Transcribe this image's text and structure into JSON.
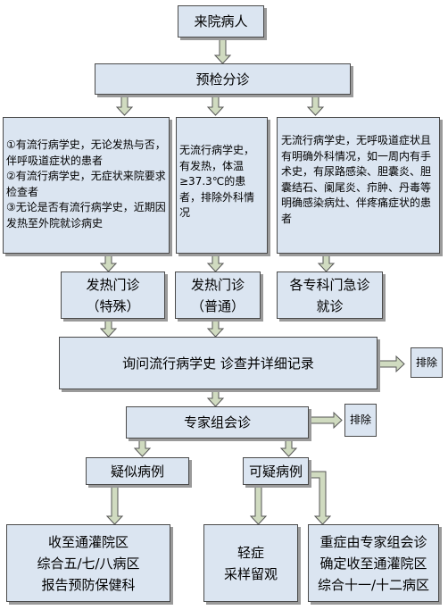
{
  "nodes": {
    "start": "来院病人",
    "triage": "预检分诊",
    "criteria_fever": [
      "①有流行病学史，无论发热与否，伴呼吸道症状的患者",
      "②有流行病学史，无症状来院要求检查者",
      "③无论是否有流行病学史，近期因发热至外院就诊病史"
    ],
    "criteria_normal": "无流行病学史，有发热，体温≥37.3℃的患者，排除外科情况",
    "criteria_specialty": "无流行病学史，无呼吸道症状且有明确外科情况，如一周内有手术史，有尿路感染、胆囊炎、胆囊结石、阑尾炎、疖肿、丹毒等明确感染病灶、伴疼痛症状的患者",
    "fever_special": [
      "发热门诊",
      "（特殊）"
    ],
    "fever_normal": [
      "发热门诊",
      "（普通）"
    ],
    "specialty_clinic": [
      "各专科门急诊",
      "就诊"
    ],
    "inquiry": "询问流行病学史 诊查并详细记录",
    "exclude_1": "排除",
    "expert": "专家组会诊",
    "exclude_2": "排除",
    "suspected": "疑似病例",
    "possible": "可疑病例",
    "transfer_suspected": [
      "收至通灌院区",
      "综合五/七/八病区",
      "报告预防保健科"
    ],
    "mild": [
      "轻症",
      "采样留观"
    ],
    "severe": [
      "重症由专家组会诊",
      "确定收至通灌院区",
      "综合十一/十二病区"
    ]
  }
}
